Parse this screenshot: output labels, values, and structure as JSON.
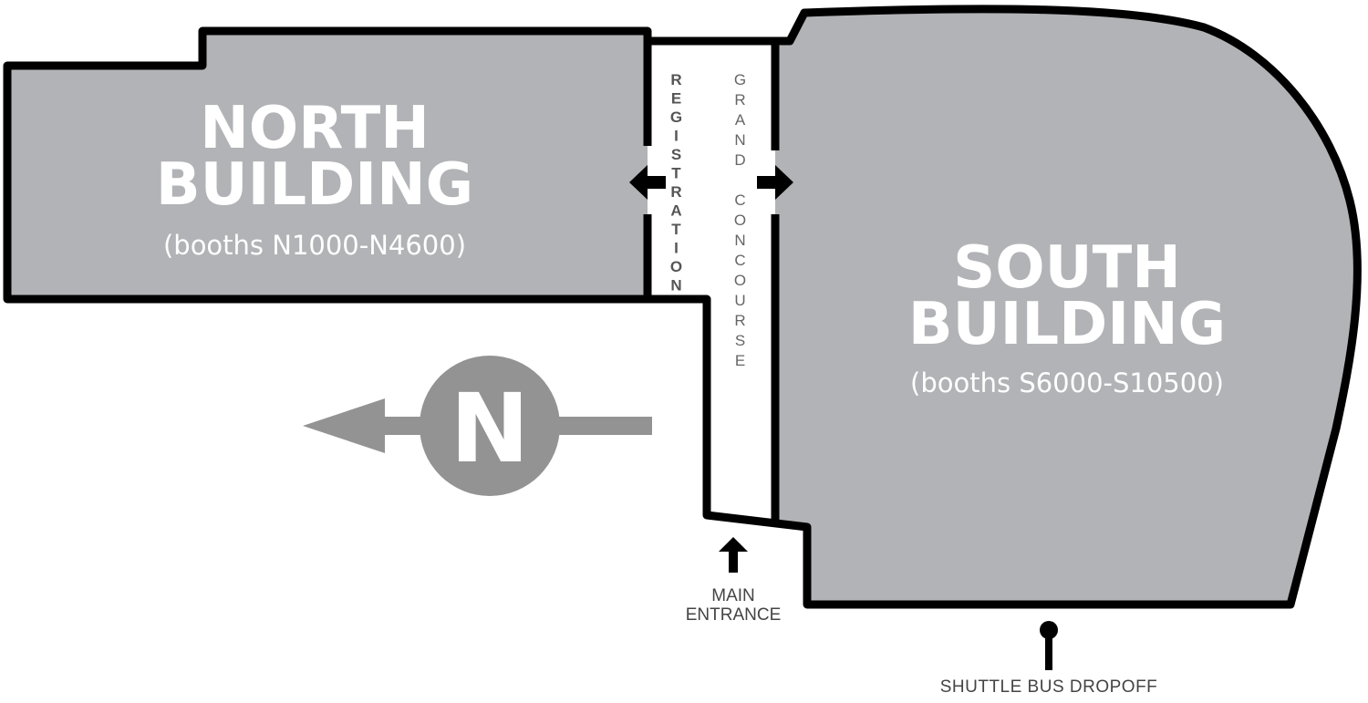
{
  "colors": {
    "building": "#b2b3b6",
    "wall": "#000000",
    "compass": "#939393"
  },
  "north_building": {
    "line1": "NORTH",
    "line2": "BUILDING",
    "booths": "(booths N1000-N4600)"
  },
  "south_building": {
    "line1": "SOUTH",
    "line2": "BUILDING",
    "booths": "(booths S6000-S10500)"
  },
  "corridor": {
    "registration": "REGISTRATION",
    "grand_concourse": "GRAND CONCOURSE"
  },
  "compass": {
    "letter": "N"
  },
  "entrance": {
    "line1": "MAIN",
    "line2": "ENTRANCE"
  },
  "shuttle": {
    "label": "SHUTTLE BUS DROPOFF"
  }
}
